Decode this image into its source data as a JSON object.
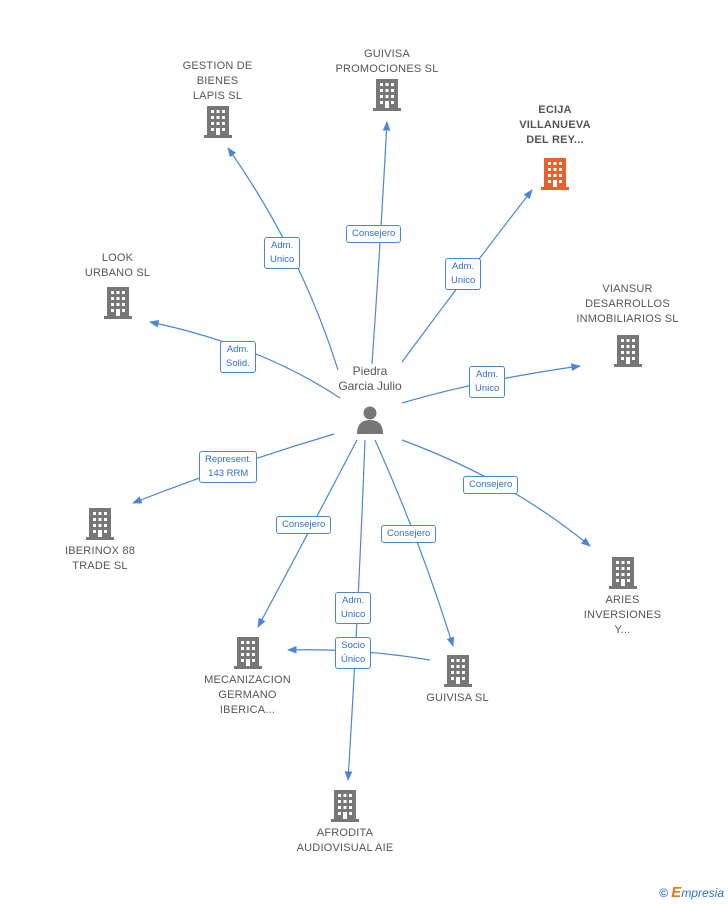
{
  "colors": {
    "edge": "#4a86d8",
    "building": "#777777",
    "building_highlight": "#e8602c",
    "person": "#777777"
  },
  "center": {
    "label": "Piedra\nGarcia Julio",
    "icon": "person-icon"
  },
  "nodes": [
    {
      "id": "gestion",
      "label": "GESTION DE\nBIENES\nLAPIS SL",
      "highlight": false
    },
    {
      "id": "guivisa_prom",
      "label": "GUIVISA\nPROMOCIONES SL",
      "highlight": false
    },
    {
      "id": "ecija",
      "label": "ECIJA\nVILLANUEVA\nDEL REY...",
      "highlight": true
    },
    {
      "id": "look",
      "label": "LOOK\nURBANO SL",
      "highlight": false
    },
    {
      "id": "viansur",
      "label": "VIANSUR\nDESARROLLOS\nINMOBILIARIOS SL",
      "highlight": false
    },
    {
      "id": "iberinox",
      "label": "IBERINOX 88\nTRADE SL",
      "highlight": false
    },
    {
      "id": "aries",
      "label": "ARIES\nINVERSIONES\nY...",
      "highlight": false
    },
    {
      "id": "mecanizacion",
      "label": "MECANIZACION\nGERMANO\nIBERICA...",
      "highlight": false
    },
    {
      "id": "guivisa",
      "label": "GUIVISA SL",
      "highlight": false
    },
    {
      "id": "afrodita",
      "label": "AFRODITA\nAUDIOVISUAL AIE",
      "highlight": false
    }
  ],
  "relations": [
    {
      "target": "gestion",
      "label": "Adm.\nUnico"
    },
    {
      "target": "guivisa_prom",
      "label": "Consejero"
    },
    {
      "target": "ecija",
      "label": "Adm.\nUnico"
    },
    {
      "target": "look",
      "label": "Adm.\nSolid."
    },
    {
      "target": "viansur",
      "label": "Adm.\nUnico"
    },
    {
      "target": "iberinox",
      "label": "Represent.\n143 RRM"
    },
    {
      "target": "aries",
      "label": "Consejero"
    },
    {
      "target": "mecanizacion",
      "label": "Consejero"
    },
    {
      "target": "guivisa",
      "label": "Consejero"
    },
    {
      "target": "afrodita",
      "label": "Adm.\nUnico"
    },
    {
      "target": "mecanizacion_via_guivisa",
      "label": "Socio\nÚnico"
    }
  ],
  "footer": {
    "copyright_symbol": "©",
    "brand_initial": "E",
    "brand_rest": "mpresia"
  }
}
